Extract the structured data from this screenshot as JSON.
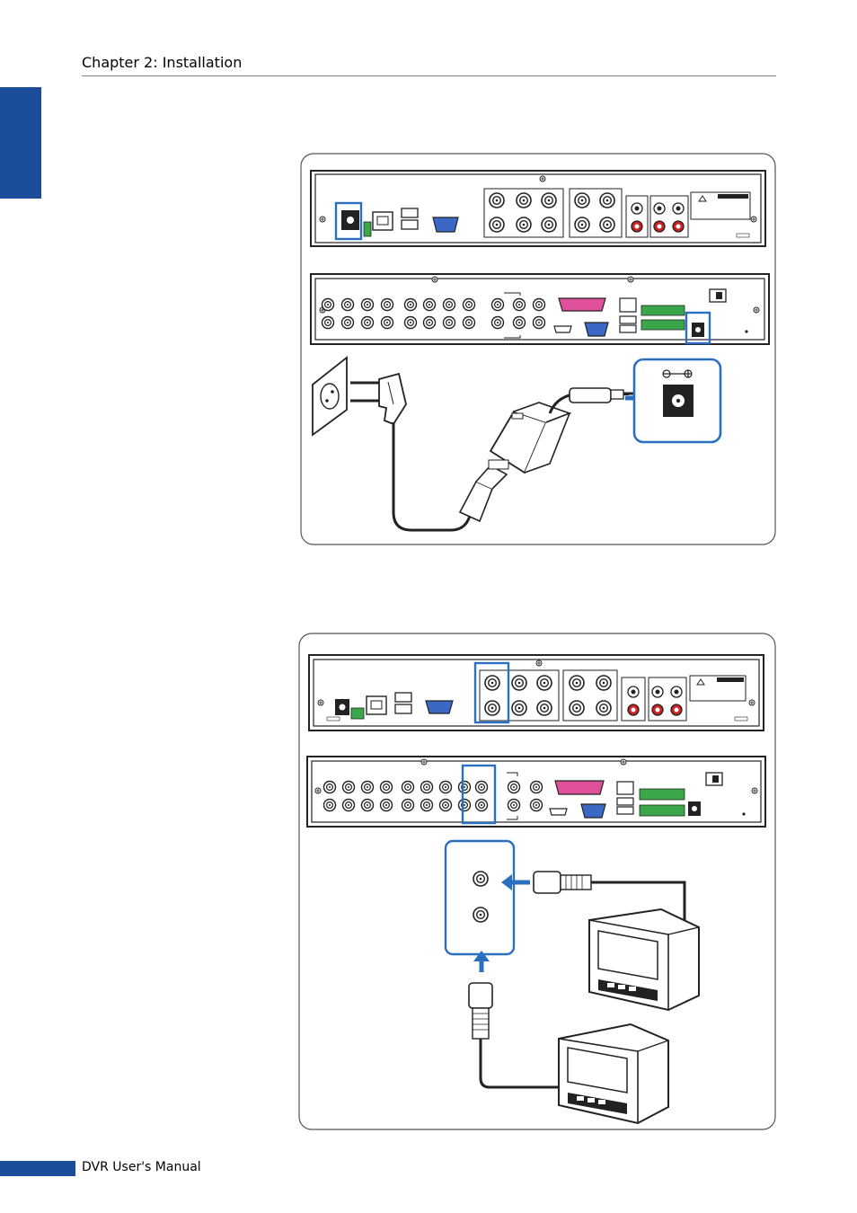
{
  "header": {
    "chapter_title": "Chapter 2: Installation"
  },
  "sidebar_tab": {
    "color": "#1b4d9b"
  },
  "footer": {
    "manual_title": "DVR User's Manual"
  },
  "colors": {
    "accent": "#1b4d9b",
    "highlight": "#2a6fc0",
    "vga_port": "#3a68c4",
    "parallel_port": "#e0509a",
    "terminal_block": "#3aa84a",
    "rca_red": "#cc2222"
  },
  "figures": [
    {
      "id": "power-connection",
      "icon": "power-adapter-illustration"
    },
    {
      "id": "video-output-connection",
      "icon": "monitor-connection-illustration"
    }
  ]
}
